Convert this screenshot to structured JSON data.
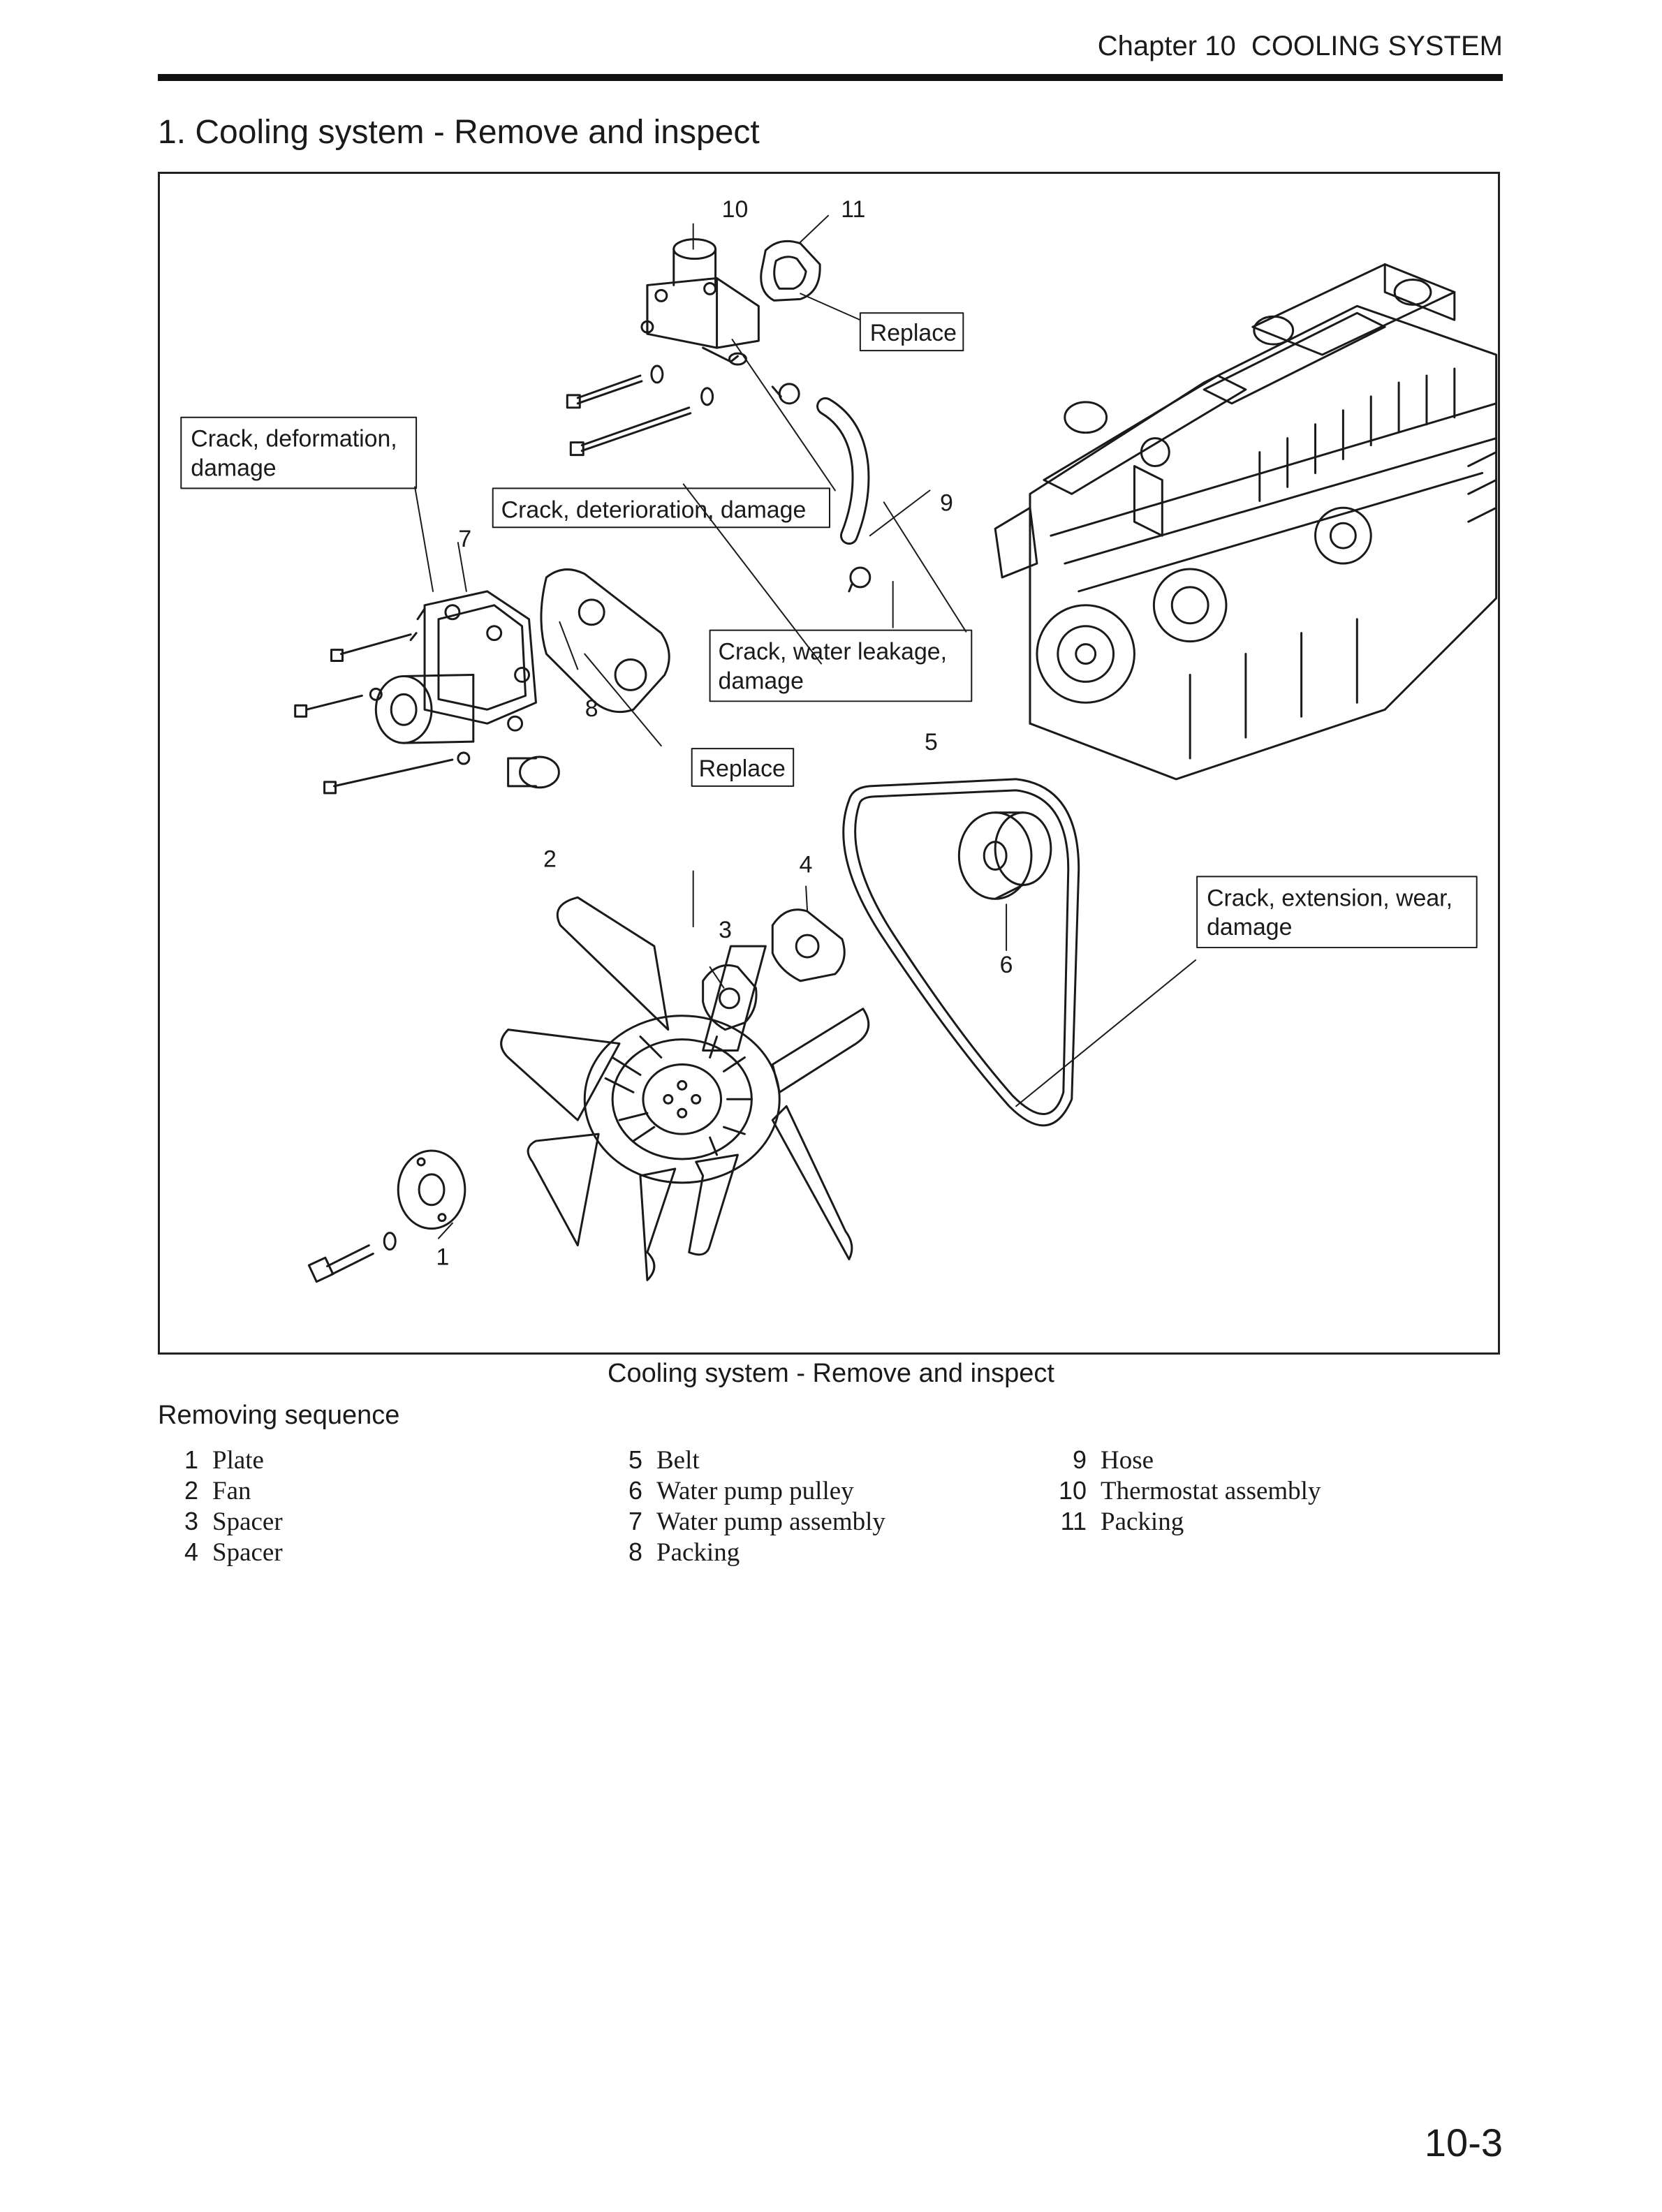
{
  "header": {
    "chapter": "Chapter 10  COOLING SYSTEM"
  },
  "section": {
    "title": "1. Cooling system - Remove and inspect"
  },
  "figure": {
    "caption": "Cooling system - Remove and inspect",
    "callouts": [
      "1",
      "2",
      "3",
      "4",
      "5",
      "6",
      "7",
      "8",
      "9",
      "10",
      "11"
    ],
    "notes": {
      "replace_top": "Replace",
      "crack_deformation_line1": "Crack, deformation,",
      "crack_deformation_line2": "damage",
      "crack_deterioration": "Crack, deterioration, damage",
      "crack_leakage_line1": "Crack, water leakage,",
      "crack_leakage_line2": "damage",
      "replace_mid": "Replace",
      "crack_extension_line1": "Crack, extension, wear,",
      "crack_extension_line2": "damage"
    }
  },
  "sequence": {
    "heading": "Removing sequence",
    "columns": [
      [
        {
          "num": "1",
          "label": "Plate"
        },
        {
          "num": "2",
          "label": "Fan"
        },
        {
          "num": "3",
          "label": "Spacer"
        },
        {
          "num": "4",
          "label": "Spacer"
        }
      ],
      [
        {
          "num": "5",
          "label": "Belt"
        },
        {
          "num": "6",
          "label": "Water pump pulley"
        },
        {
          "num": "7",
          "label": "Water pump assembly"
        },
        {
          "num": "8",
          "label": "Packing"
        }
      ],
      [
        {
          "num": "9",
          "label": "Hose"
        },
        {
          "num": "10",
          "label": "Thermostat assembly"
        },
        {
          "num": "11",
          "label": "Packing"
        }
      ]
    ]
  },
  "footer": {
    "page_number": "10-3"
  }
}
